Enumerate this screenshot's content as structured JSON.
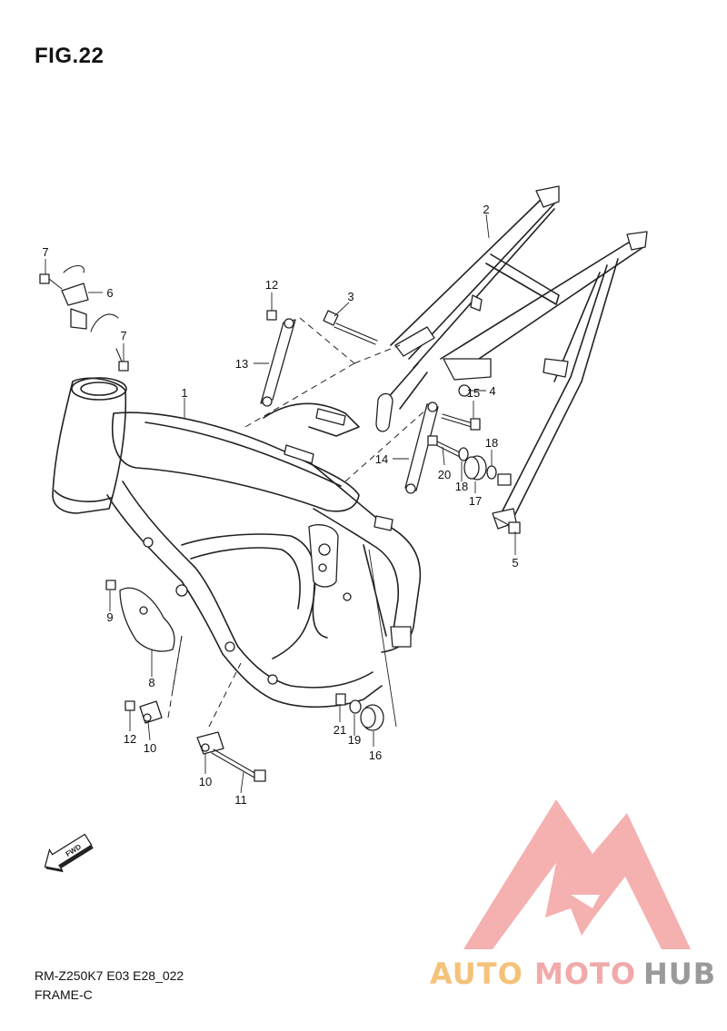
{
  "figure": {
    "title": "FIG.22"
  },
  "footer": {
    "code": "RM-Z250K7 E03 E28_022",
    "section": "FRAME-C"
  },
  "direction_arrow": {
    "label": "FWD",
    "icon": "fwd-arrow-icon"
  },
  "watermark": {
    "icon": "automotohub-logo-icon",
    "word_auto": "AUTO",
    "word_moto": "MOTO",
    "word_hub": "HUB",
    "colors": {
      "triangle": "#f4a3a3",
      "auto": "#f5c27a",
      "moto": "#f2a9a9",
      "hub": "#9a9a9a"
    }
  },
  "callouts": [
    {
      "number": "1"
    },
    {
      "number": "2"
    },
    {
      "number": "3"
    },
    {
      "number": "4"
    },
    {
      "number": "5"
    },
    {
      "number": "6"
    },
    {
      "number": "7"
    },
    {
      "number": "7"
    },
    {
      "number": "8"
    },
    {
      "number": "9"
    },
    {
      "number": "10"
    },
    {
      "number": "10"
    },
    {
      "number": "11"
    },
    {
      "number": "12"
    },
    {
      "number": "12"
    },
    {
      "number": "13"
    },
    {
      "number": "14"
    },
    {
      "number": "15"
    },
    {
      "number": "16"
    },
    {
      "number": "17"
    },
    {
      "number": "18"
    },
    {
      "number": "18"
    },
    {
      "number": "19"
    },
    {
      "number": "20"
    },
    {
      "number": "21"
    }
  ]
}
